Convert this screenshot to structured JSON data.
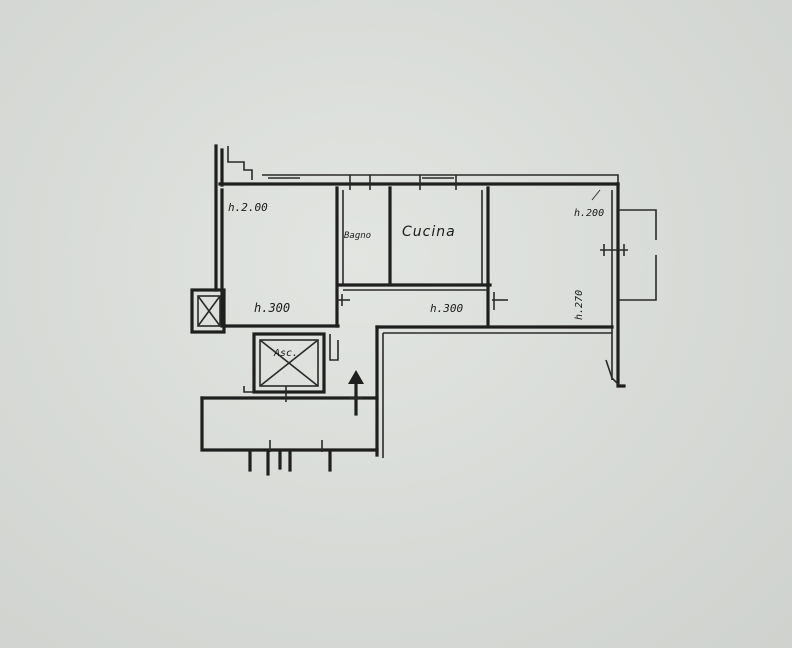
{
  "labels": {
    "top_left_room_height": "h.2.00",
    "left_room_height": "h.300",
    "bath": "Bagno",
    "kitchen": "Cucina",
    "center_room_height": "h.300",
    "right_room_height_top": "h.200",
    "right_room_height_side": "h.270",
    "lift": "Asc."
  },
  "colors": {
    "ink": "#1f1f1f",
    "paper": "#d9dcd8"
  }
}
